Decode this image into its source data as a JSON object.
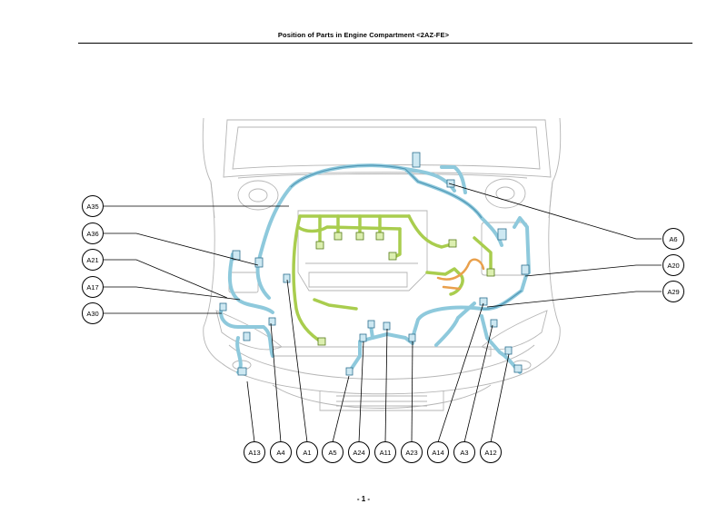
{
  "header": {
    "title": "Position of Parts in Engine Compartment <2AZ-FE>"
  },
  "footer": {
    "page_number": "- 1 -"
  },
  "colors": {
    "harness_blue": "#8ec9dc",
    "harness_green": "#a9cd4e",
    "harness_orange": "#e9a04c",
    "outline_gray": "#b5b5b5",
    "line_black": "#000000"
  },
  "callouts": {
    "left": [
      "A35",
      "A36",
      "A21",
      "A17",
      "A30"
    ],
    "right": [
      "A6",
      "A20",
      "A29"
    ],
    "bottom": [
      "A13",
      "A4",
      "A1",
      "A5",
      "A24",
      "A11",
      "A23",
      "A14",
      "A3",
      "A12"
    ]
  }
}
